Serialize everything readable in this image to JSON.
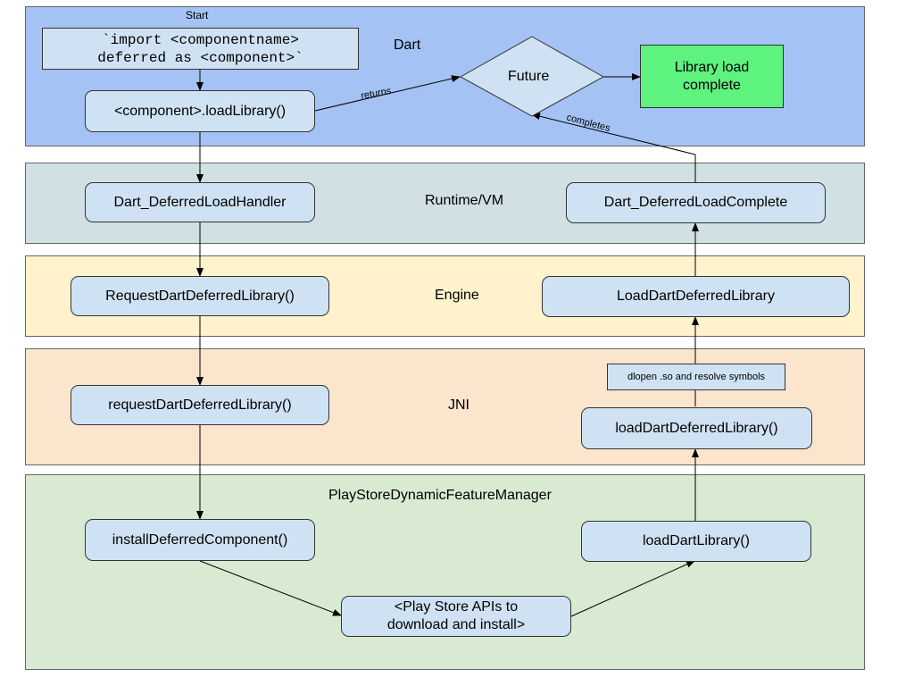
{
  "lanes": {
    "dart": "Dart",
    "vm": "Runtime/VM",
    "engine": "Engine",
    "jni": "JNI",
    "psdf": "PlayStoreDynamicFeatureManager"
  },
  "nodes": {
    "start_label": "Start",
    "import_line1": "`import <componentname>",
    "import_line2": "deferred as <component>`",
    "load_library": "<component>.loadLibrary()",
    "future": "Future",
    "complete_line1": "Library load",
    "complete_line2": "complete",
    "deferred_load_handler": "Dart_DeferredLoadHandler",
    "deferred_load_complete": "Dart_DeferredLoadComplete",
    "request_engine": "RequestDartDeferredLibrary()",
    "load_engine": "LoadDartDeferredLibrary",
    "request_jni": "requestDartDeferredLibrary()",
    "dlopen": "dlopen .so and resolve symbols",
    "load_jni": "loadDartDeferredLibrary()",
    "install_component": "installDeferredComponent()",
    "load_dart_library": "loadDartLibrary()",
    "playstore_line1": "<Play Store APIs to",
    "playstore_line2": "download and install>"
  },
  "edges": {
    "returns": "returns",
    "completes": "completes"
  }
}
